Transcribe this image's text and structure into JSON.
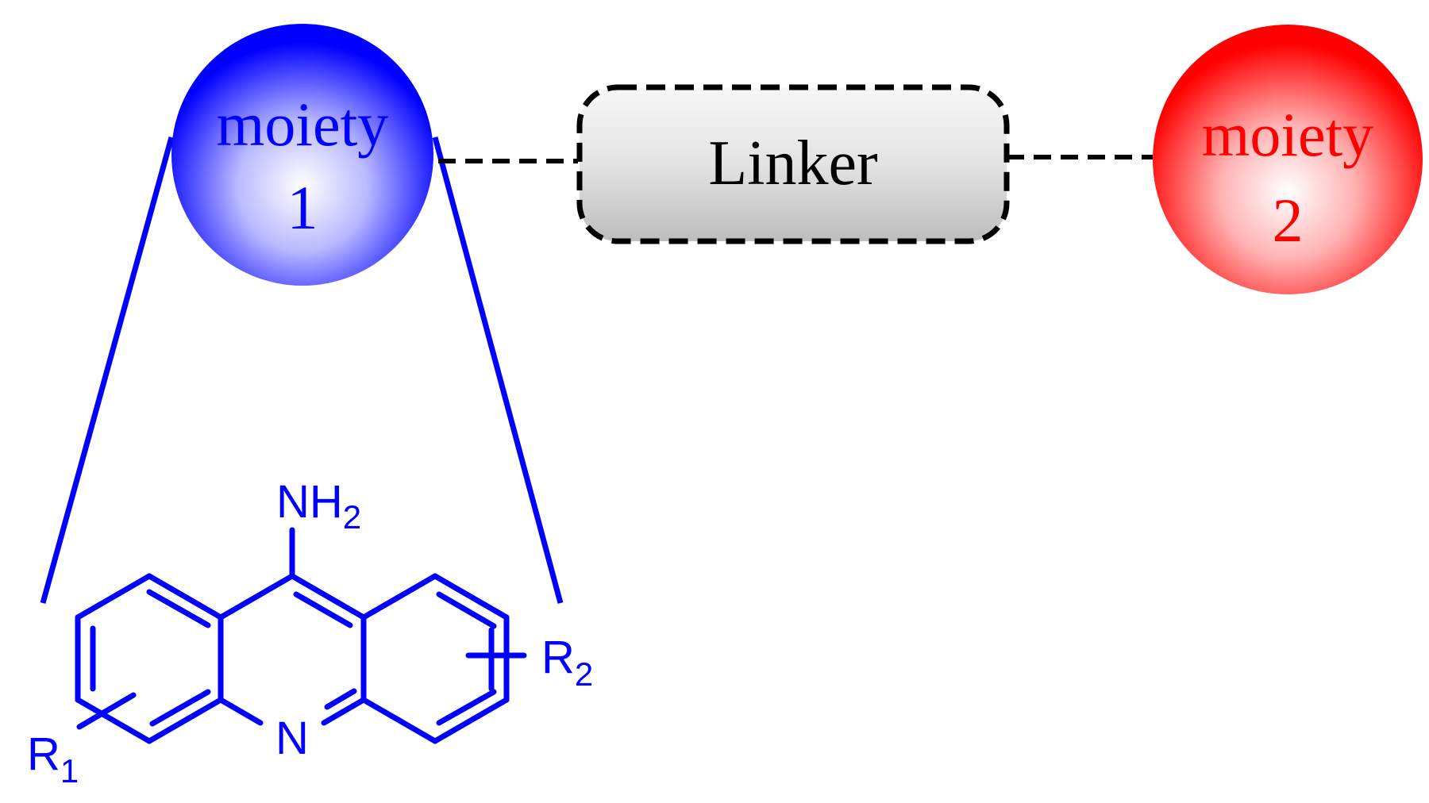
{
  "moiety1": {
    "line1": "moiety",
    "line2": "1",
    "color": "#0000ff"
  },
  "linker": {
    "label": "Linker"
  },
  "moiety2": {
    "line1": "moiety",
    "line2": "2",
    "color": "#ff0000"
  },
  "structure": {
    "amine": "NH",
    "amine_sub": "2",
    "ring_n": "N",
    "r1": "R",
    "r1_sub": "1",
    "r2": "R",
    "r2_sub": "2",
    "color": "#0000ff"
  }
}
